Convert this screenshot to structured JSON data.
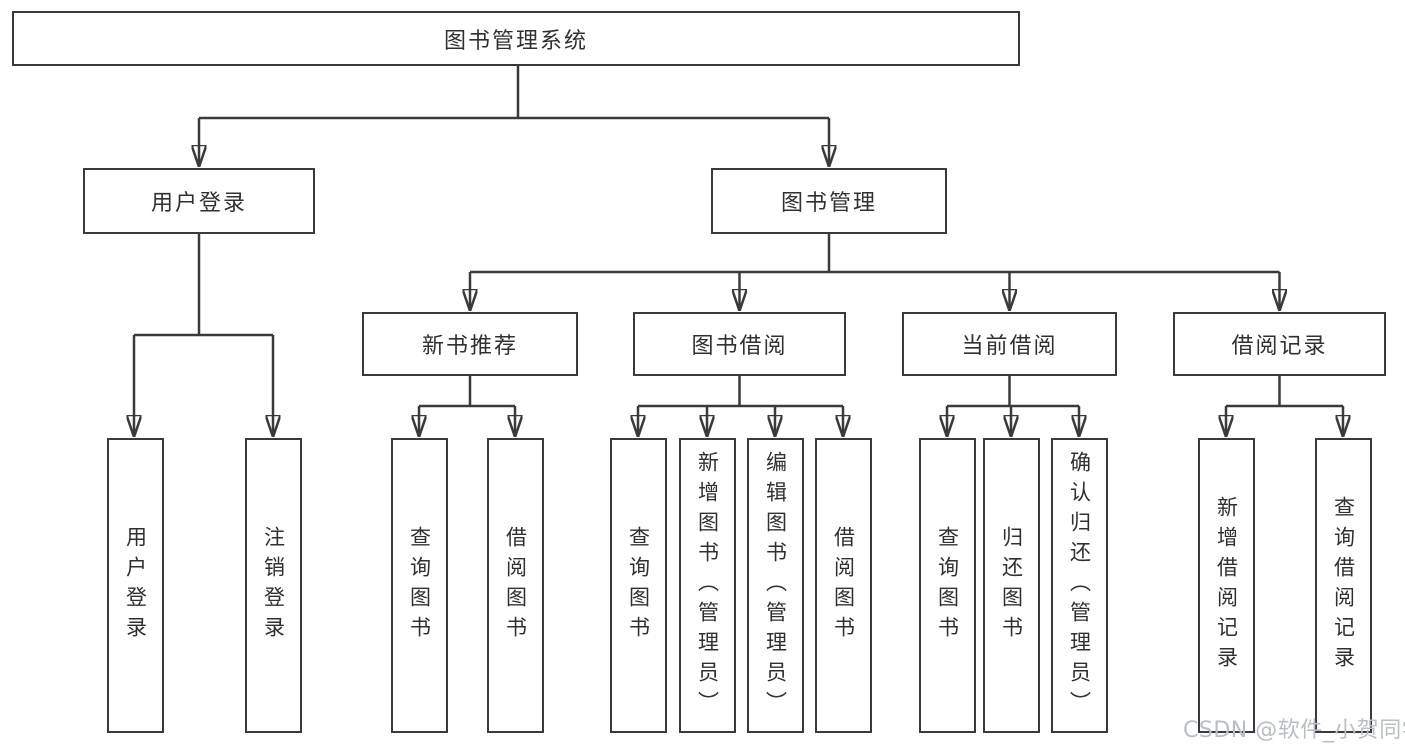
{
  "diagram": {
    "root": {
      "label": "图书管理系统"
    },
    "branches": [
      {
        "label": "用户登录",
        "children": [
          {
            "label": "用户登录"
          },
          {
            "label": "注销登录"
          }
        ]
      },
      {
        "label": "图书管理",
        "children": [
          {
            "label": "新书推荐",
            "children": [
              {
                "label": "查询图书"
              },
              {
                "label": "借阅图书"
              }
            ]
          },
          {
            "label": "图书借阅",
            "children": [
              {
                "label": "查询图书"
              },
              {
                "label": "新增图书（管理员）"
              },
              {
                "label": "编辑图书（管理员）"
              },
              {
                "label": "借阅图书"
              }
            ]
          },
          {
            "label": "当前借阅",
            "children": [
              {
                "label": "查询图书"
              },
              {
                "label": "归还图书"
              },
              {
                "label": "确认归还（管理员）"
              }
            ]
          },
          {
            "label": "借阅记录",
            "children": [
              {
                "label": "新增借阅记录"
              },
              {
                "label": "查询借阅记录"
              }
            ]
          }
        ]
      }
    ]
  },
  "watermark": {
    "text": "CSDN @软件_小贺同学",
    "color": "#b9bec6"
  },
  "colors": {
    "line": "#3a3a3a",
    "box_border": "#3a3a3a",
    "text": "#303030",
    "background": "#ffffff"
  }
}
